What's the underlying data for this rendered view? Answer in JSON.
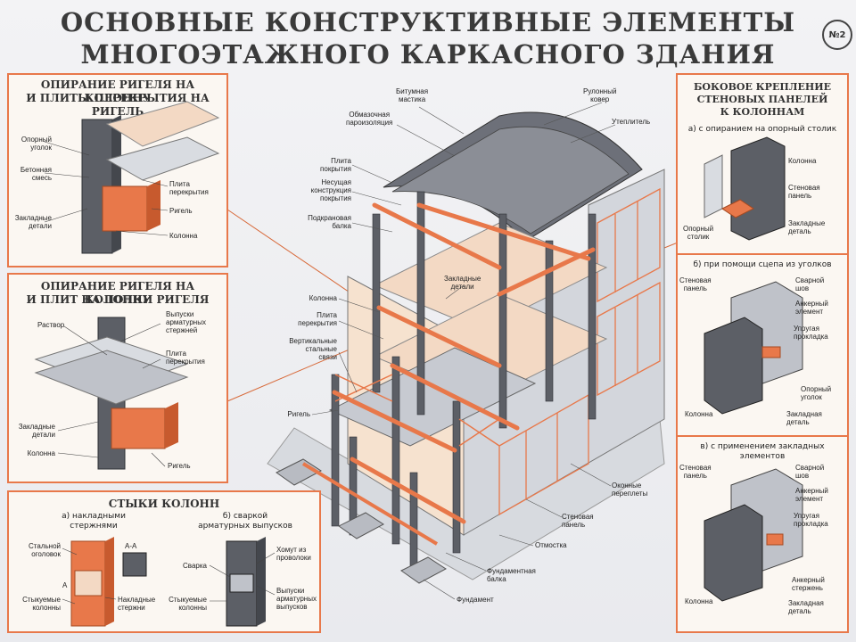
{
  "title": {
    "line1": "ОСНОВНЫЕ КОНСТРУКТИВНЫЕ ЭЛЕМЕНТЫ",
    "line2": "МНОГОЭТАЖНОГО КАРКАСНОГО ЗДАНИЯ",
    "number": "№2"
  },
  "panel_beam_column": {
    "heading1": "ОПИРАНИЕ РИГЕЛЯ НА КОЛОННУ",
    "heading2": "И ПЛИТЫ ПЕРЕКРЫТИЯ НА РИГЕЛЬ",
    "labels": {
      "support_angle": "Опорный\nуголок",
      "concrete_mix": "Бетонная\nсмесь",
      "floor_slab": "Плита\nперекрытия",
      "crossbar": "Ригель",
      "embedded": "Закладные\nдетали",
      "column": "Колонна"
    }
  },
  "panel_shelf": {
    "heading1": "ОПИРАНИЕ РИГЕЛЯ НА КОЛОННУ",
    "heading2": "И ПЛИТ НА ПОЛКИ РИГЕЛЯ",
    "labels": {
      "mortar": "Раствор",
      "rebar_outlets": "Выпуски\nарматурных\nстержней",
      "floor_slab": "Плита\nперекрытия",
      "embedded": "Закладные\nдетали",
      "column": "Колонна",
      "crossbar": "Ригель"
    }
  },
  "panel_joints": {
    "heading": "СТЫКИ КОЛОНН",
    "sub_a": "а) накладными\nстержнями",
    "sub_b": "б) сваркой\nарматурных выпусков",
    "labels": {
      "steel_cap": "Стальной\nоголовок",
      "section": "А-А",
      "joined_a": "Стыкуемые\nколонны",
      "overlay_bars": "Накладные\nстержни",
      "welding": "Сварка",
      "wire_clamp": "Хомут из\nпроволоки",
      "joined_b": "Стыкуемые\nколонны",
      "rebar_outlets": "Выпуски\nарматурных\nвыпусков"
    },
    "label_a_mark": "А"
  },
  "panel_side": {
    "heading1": "БОКОВОЕ КРЕПЛЕНИЕ",
    "heading2": "СТЕНОВЫХ ПАНЕЛЕЙ",
    "heading3": "К КОЛОННАМ",
    "sub_a": "а) с опиранием на опорный столик",
    "sub_b": "б) при помощи сцепа из уголков",
    "sub_c": "в) с применением закладных\nэлементов",
    "a_labels": {
      "column": "Колонна",
      "wall_panel": "Стеновая\nпанель",
      "support_table": "Опорный\nстолик",
      "embedded": "Закладные\nдеталь"
    },
    "b_labels": {
      "wall_panel": "Стеновая\nпанель",
      "weld_seam": "Сварной\nшов",
      "anchor": "Анкерный\nэлемент",
      "elastic_pad": "Упругая\nпрокладка",
      "support_angle": "Опорный\nуголок",
      "column": "Колонна",
      "embedded": "Закладная\nдеталь"
    },
    "c_labels": {
      "wall_panel": "Стеновая\nпанель",
      "weld_seam": "Сварной\nшов",
      "anchor": "Анкерный\nэлемент",
      "elastic_pad": "Упругая\nпрокладка",
      "anchor_rod": "Анкерный\nстержень",
      "column": "Колонна",
      "embedded": "Закладная\nдеталь"
    }
  },
  "building": {
    "labels": {
      "bitumen": "Битумная\nмастика",
      "roll_cover": "Рулонный\nковер",
      "vapor": "Обмазочная\nпароизоляция",
      "insulation": "Утеплитель",
      "roof_slab": "Плита\nпокрытия",
      "bearing": "Несущая\nконструкция\nпокрытия",
      "crane_beam": "Подкрановая\nбалка",
      "embedded": "Закладные\nдетали",
      "column": "Колонна",
      "floor_slab": "Плита\nперекрытия",
      "vertical_ties": "Вертикальные\nстальные\nсвязи",
      "crossbar": "Ригель",
      "window_frames": "Оконные\nпереплеты",
      "wall_panel": "Стеновая\nпанель",
      "blind_area": "Отмостка",
      "foundation_beam": "Фундаментная\nбалка",
      "foundation": "Фундамент"
    }
  },
  "colors": {
    "accent": "#e8784a",
    "steel": "#5c5f66",
    "concrete": "#c9ccd2",
    "slab": "#f3d9c4"
  }
}
